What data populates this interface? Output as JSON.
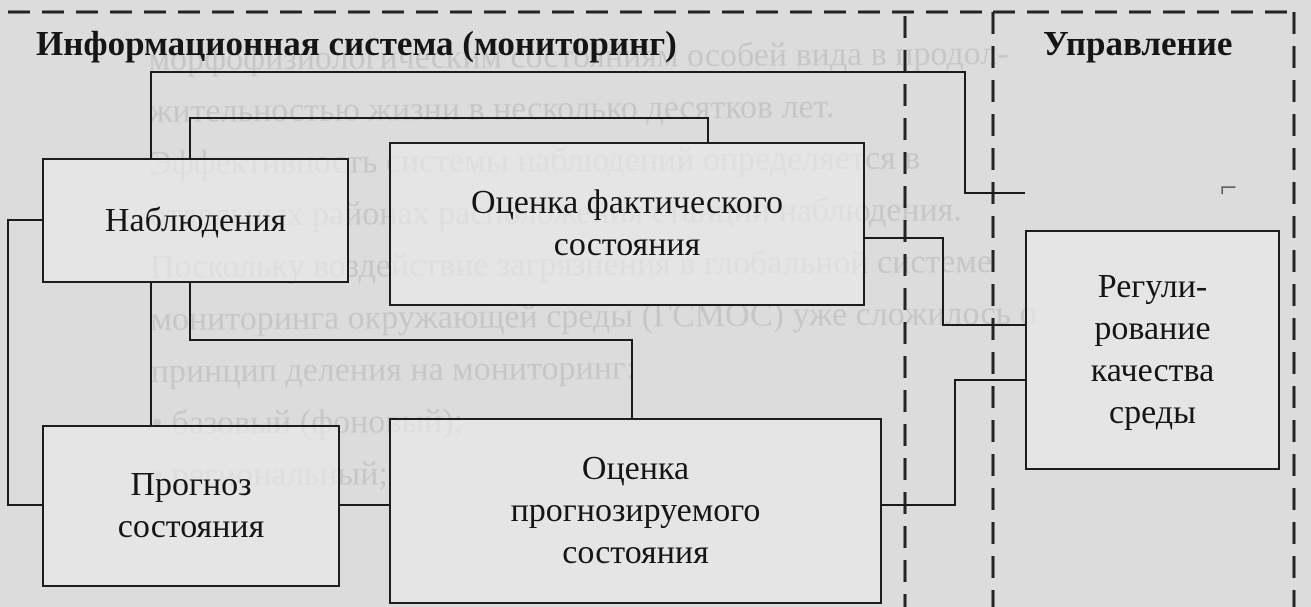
{
  "regions": {
    "monitoring_title": "Информационная система (мониторинг)",
    "management_title": "Управление"
  },
  "nodes": {
    "observations": "Наблюдения",
    "actual_state": "Оценка фактического\nсостояния",
    "forecast": "Прогноз\nсостояния",
    "predicted_state": "Оценка\nпрогнозируемого\nсостояния",
    "regulation": "Регули-\nрование\nкачества\nсреды"
  },
  "ghost_text_lines": [
    "морфофизиологическим состояниям особей вида в продол-",
    "жительностью жизни в несколько десятков лет.",
    "Эффективность системы наблюдений определяется в",
    "отдельных районах расположения станции наблюдения.",
    "Поскольку воздействие загрязнения в глобальной системе",
    "мониторинга окружающей среды (ГСМОС) уже сложилось о",
    "принцип деления на мониторинг:",
    "• базовый (фоновый);",
    "• региональный;"
  ],
  "colors": {
    "paper": "#dcdcdc",
    "ink": "#151515",
    "box_fill": "#e8e8e8"
  }
}
